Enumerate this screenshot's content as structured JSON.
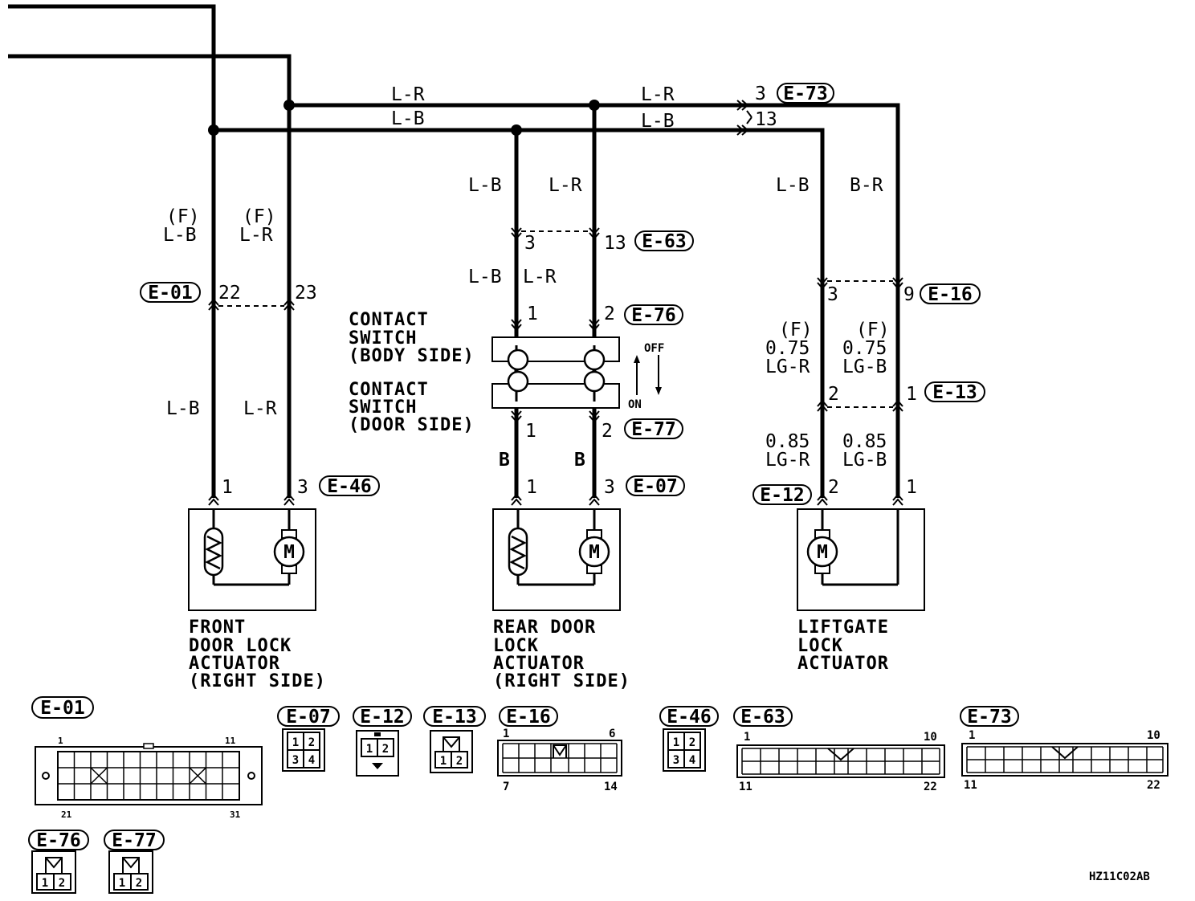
{
  "wires": {
    "top_lr_1": "L-R",
    "top_lb_1": "L-B",
    "top_lr_2": "L-R",
    "top_lb_2": "L-B",
    "pin_e73_3": "3",
    "pin_e73_13": "13",
    "mid_lb": "L-B",
    "mid_lr": "L-R",
    "lift_lb": "L-B",
    "lift_br": "B-R",
    "front_f1": "(F)",
    "front_lb_f": "L-B",
    "front_f2": "(F)",
    "front_lr_f": "L-R",
    "front_lb": "L-B",
    "front_lr": "L-R",
    "rear_lb2": "L-B",
    "rear_lr2": "L-R",
    "rear_b1": "B",
    "rear_b2": "B",
    "lift_f1": "(F)",
    "lift_f2": "(F)",
    "lift_075a": "0.75",
    "lift_075b": "0.75",
    "lift_lgr1": "LG-R",
    "lift_lgb1": "LG-B",
    "lift_085a": "0.85",
    "lift_085b": "0.85",
    "lift_lgr2": "LG-R",
    "lift_lgb2": "LG-B"
  },
  "pins": {
    "e01_22": "22",
    "e01_23": "23",
    "e46_1": "1",
    "e46_3": "3",
    "e63_3": "3",
    "e63_13": "13",
    "e76_1": "1",
    "e76_2": "2",
    "e77_1": "1",
    "e77_2": "2",
    "e07_1": "1",
    "e07_3": "3",
    "e16_3": "3",
    "e16_9": "9",
    "e13_2": "2",
    "e13_1": "1",
    "e12_2": "2",
    "e12_1": "1"
  },
  "connectors": {
    "e73": "E-73",
    "e01": "E-01",
    "e46": "E-46",
    "e63": "E-63",
    "e76": "E-76",
    "e77": "E-77",
    "e07": "E-07",
    "e16": "E-16",
    "e13": "E-13",
    "e12": "E-12"
  },
  "switch": {
    "body_line1": "CONTACT",
    "body_line2": "SWITCH",
    "body_line3": "(BODY SIDE)",
    "door_line1": "CONTACT",
    "door_line2": "SWITCH",
    "door_line3": "(DOOR SIDE)",
    "off": "OFF",
    "on": "ON"
  },
  "components": {
    "front": [
      "FRONT",
      "DOOR LOCK",
      "ACTUATOR",
      "(RIGHT SIDE)"
    ],
    "rear": [
      "REAR DOOR",
      "LOCK",
      "ACTUATOR",
      "(RIGHT SIDE)"
    ],
    "liftgate": [
      "LIFTGATE",
      "LOCK",
      "ACTUATOR"
    ],
    "motor": "M"
  },
  "legend": {
    "e01": {
      "name": "E-01",
      "tl": "1",
      "tr": "11",
      "bl": "21",
      "br": "31"
    },
    "e07": {
      "name": "E-07",
      "p1": "1",
      "p2": "2",
      "p3": "3",
      "p4": "4"
    },
    "e12": {
      "name": "E-12",
      "p1": "1",
      "p2": "2"
    },
    "e13": {
      "name": "E-13",
      "p1": "1",
      "p2": "2"
    },
    "e16": {
      "name": "E-16",
      "tl": "1",
      "tr": "6",
      "bl": "7",
      "br": "14"
    },
    "e46": {
      "name": "E-46",
      "p1": "1",
      "p2": "2",
      "p3": "3",
      "p4": "4"
    },
    "e63": {
      "name": "E-63",
      "tl": "1",
      "tr": "10",
      "bl": "11",
      "br": "22"
    },
    "e73": {
      "name": "E-73",
      "tl": "1",
      "tr": "10",
      "bl": "11",
      "br": "22"
    },
    "e76": {
      "name": "E-76",
      "p1": "1",
      "p2": "2"
    },
    "e77": {
      "name": "E-77",
      "p1": "1",
      "p2": "2"
    }
  },
  "code": "HZ11C02AB"
}
